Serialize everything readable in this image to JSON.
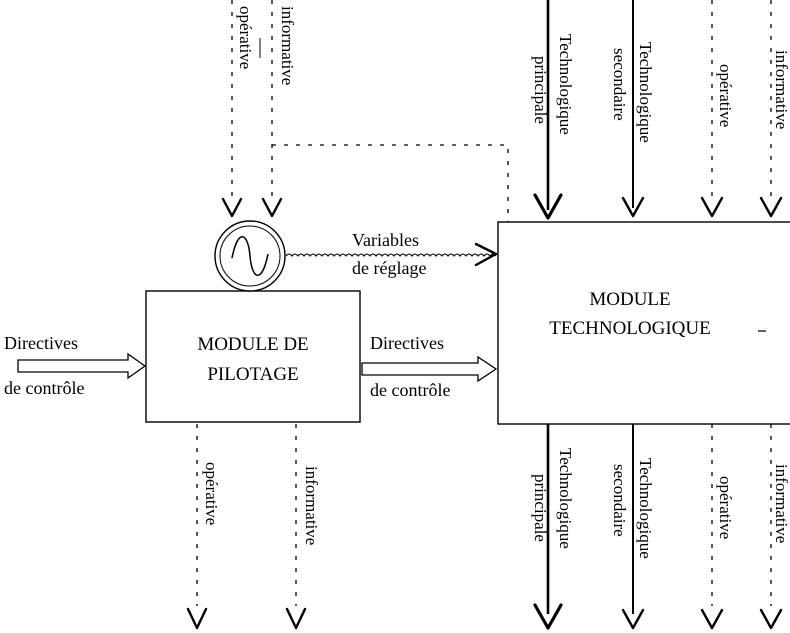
{
  "pilot_module": {
    "line1": "MODULE DE",
    "line2": "PILOTAGE"
  },
  "tech_module": {
    "line1": "MODULE",
    "line2": "TECHNOLOGIQUE"
  },
  "left_input": {
    "line1": "Directives",
    "line2": "de contrôle"
  },
  "middle_link": {
    "line1": "Directives",
    "line2": "de contrôle"
  },
  "variables": {
    "line1": "Variables",
    "line2": "de réglage"
  },
  "pilot_inputs": {
    "operative": "opérative",
    "informative": "informative"
  },
  "pilot_outputs": {
    "operative": "opérative",
    "informative": "informative"
  },
  "tech_inputs": {
    "tech_principal_1": "Technologique",
    "tech_principal_2": "principale",
    "tech_secondary_1": "Technologique",
    "tech_secondary_2": "secondaire",
    "operative": "opérative",
    "informative": "informative"
  },
  "tech_outputs": {
    "tech_principal_1": "Technologique",
    "tech_principal_2": "principale",
    "tech_secondary_1": "Technologique",
    "tech_secondary_2": "secondaire",
    "operative": "opérative",
    "informative": "informative"
  }
}
